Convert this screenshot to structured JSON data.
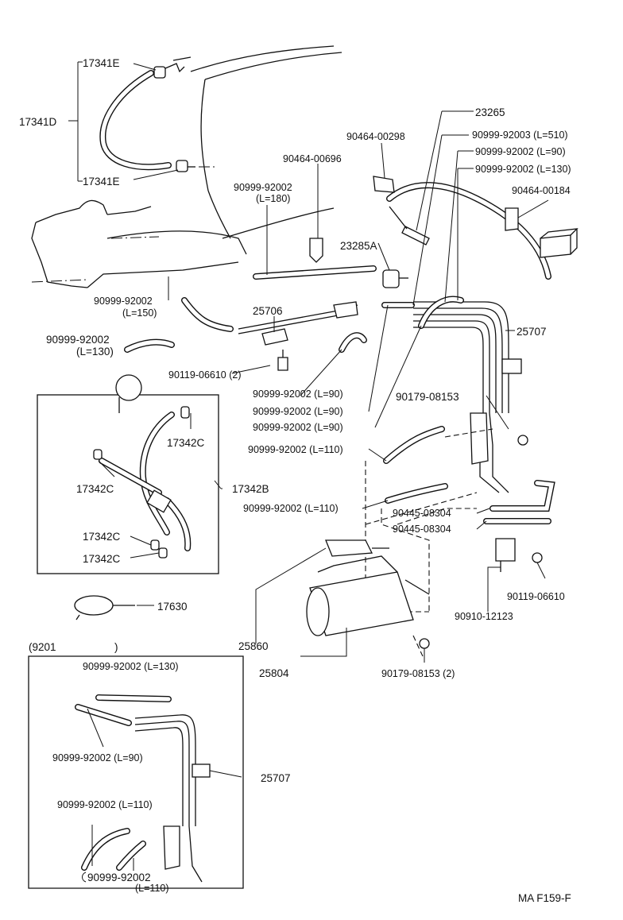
{
  "labels": {
    "p17341E_top": "17341E",
    "p17341D": "17341D",
    "p17341E_bot": "17341E",
    "p23265": "23265",
    "p90464_00298": "90464-00298",
    "p90999_92003_510": "90999-92003 (L=510)",
    "p90999_92002_90_top": "90999-92002 (L=90)",
    "p90999_92002_130_top": "90999-92002 (L=130)",
    "p90464_00184": "90464-00184",
    "p90464_00696": "90464-00696",
    "p90999_92002_180_a": "90999-92002",
    "p90999_92002_180_b": "(L=180)",
    "p23285A": "23285A",
    "p90999_92002_150_a": "90999-92002",
    "p90999_92002_150_b": "(L=150)",
    "p25706": "25706",
    "p25707_top": "25707",
    "p90999_92002_130_left_a": "90999-92002",
    "p90999_92002_130_left_b": "(L=130)",
    "p90119_06610_2": "90119-06610 (2)",
    "p90999_92002_90_m1": "90999-92002 (L=90)",
    "p90179_08153": "90179-08153",
    "p90999_92002_90_m2": "90999-92002 (L=90)",
    "p90999_92002_90_m3": "90999-92002 (L=90)",
    "p17342C_1": "17342C",
    "p90999_92002_110_a": "90999-92002 (L=110)",
    "p17342C_2": "17342C",
    "p17342B": "17342B",
    "p90999_92002_110_b": "90999-92002 (L=110)",
    "p90445_08304_a": "90445-08304",
    "p90445_08304_b": "90445-08304",
    "p17342C_3": "17342C",
    "p17342C_4": "17342C",
    "p90119_06610": "90119-06610",
    "p17630": "17630",
    "p90910_12123": "90910-12123",
    "p9201": "(9201",
    "p9201_close": ")",
    "p25860": "25860",
    "p25804": "25804",
    "p90179_08153_2": "90179-08153 (2)",
    "inset_90999_92002_130": "90999-92002 (L=130)",
    "inset_90999_92002_90": "90999-92002 (L=90)",
    "inset_25707": "25707",
    "inset_90999_92002_110_a": "90999-92002 (L=110)",
    "inset_90999_92002_110_b1": "90999-92002",
    "inset_90999_92002_110_b2": "(L=110)",
    "figure_code": "MA F159-F"
  }
}
